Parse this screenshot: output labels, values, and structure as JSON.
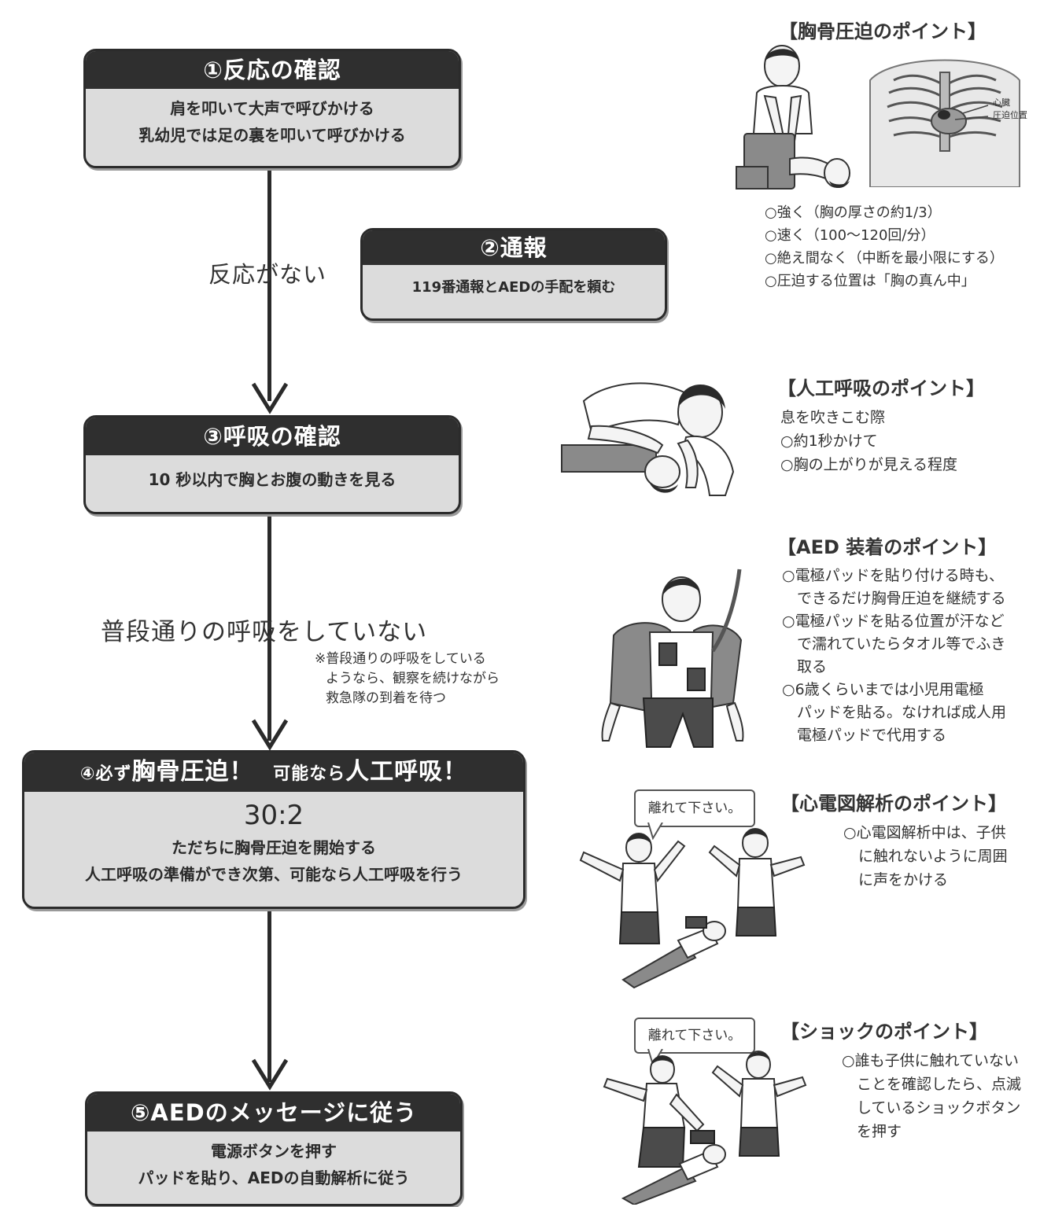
{
  "flow": {
    "step1": {
      "title": "①反応の確認",
      "lines": [
        "肩を叩いて大声で呼びかける",
        "乳幼児では足の裏を叩いて呼びかける"
      ]
    },
    "label_no_response": "反応がない",
    "step2": {
      "title": "②通報",
      "lines": [
        "119番通報とAEDの手配を頼む"
      ]
    },
    "step3": {
      "title": "③呼吸の確認",
      "lines": [
        "10 秒以内で胸とお腹の動きを見る"
      ]
    },
    "label_not_breathing": "普段通りの呼吸をしていない",
    "note_breathing": [
      "※普段通りの呼吸をしている",
      "ようなら、観察を続けながら",
      "救急隊の到着を待つ"
    ],
    "step4": {
      "title_a": "④必ず",
      "title_b": "胸骨圧迫！",
      "title_c": "可能なら",
      "title_d": "人工呼吸！",
      "ratio": "30:2",
      "lines": [
        "ただちに胸骨圧迫を開始する",
        "人工呼吸の準備ができ次第、可能なら人工呼吸を行う"
      ]
    },
    "step5": {
      "title": "⑤AEDのメッセージに従う",
      "lines": [
        "電源ボタンを押す",
        "パッドを貼り、AEDの自動解析に従う"
      ]
    }
  },
  "points": {
    "compression": {
      "title": "【胸骨圧迫のポイント】",
      "diagram_labels": [
        "心臓",
        "圧迫位置"
      ],
      "lines": [
        "○強く（胸の厚さの約1/3）",
        "○速く（100～120回/分）",
        "○絶え間なく（中断を最小限にする）",
        "○圧迫する位置は「胸の真ん中」"
      ]
    },
    "breathing": {
      "title": "【人工呼吸のポイント】",
      "lines": [
        "息を吹きこむ際",
        "○約1秒かけて",
        "○胸の上がりが見える程度"
      ]
    },
    "aed": {
      "title": "【AED 装着のポイント】",
      "lines": [
        "○電極パッドを貼り付ける時も、",
        "　できるだけ胸骨圧迫を継続する",
        "○電極パッドを貼る位置が汗など",
        "　で濡れていたらタオル等でふき",
        "　取る",
        "○6歳くらいまでは小児用電極",
        "　パッドを貼る。なければ成人用",
        "　電極パッドで代用する"
      ]
    },
    "ecg": {
      "title": "【心電図解析のポイント】",
      "bubble": "離れて下さい。",
      "lines": [
        "○心電図解析中は、子供",
        "　に触れないように周囲",
        "　に声をかける"
      ]
    },
    "shock": {
      "title": "【ショックのポイント】",
      "bubble": "離れて下さい。",
      "lines": [
        "○誰も子供に触れていない",
        "　ことを確認したら、点滅",
        "　しているショックボタン",
        "　を押す"
      ]
    }
  }
}
